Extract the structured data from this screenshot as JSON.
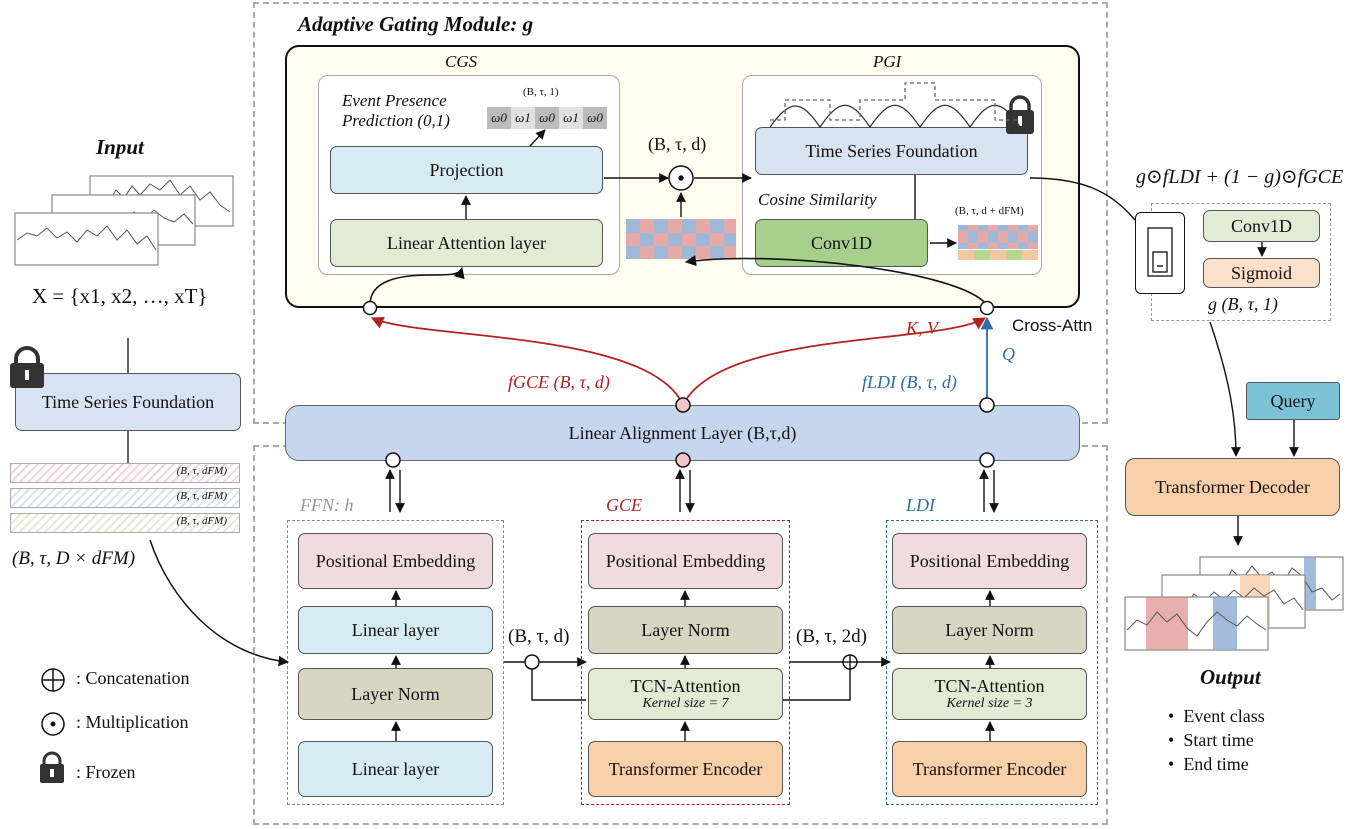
{
  "title_gating": "Adaptive Gating Module: g",
  "cgs": {
    "title": "CGS",
    "event_presence": "Event Presence Prediction (0,1)",
    "shape_label": "(B, τ, 1)",
    "weights": [
      "ω0",
      "ω1",
      "ω0",
      "ω1",
      "ω0"
    ],
    "projection": "Projection",
    "linear_attention": "Linear Attention layer"
  },
  "pgi": {
    "title": "PGI",
    "tsf": "Time Series Foundation",
    "cosine": "Cosine Similarity",
    "conv1d": "Conv1D",
    "shape_label": "(B, τ, d + dFM)"
  },
  "mult_shape": "(B, τ, d)",
  "input": {
    "title": "Input",
    "formula": "X = {x1, x2, …, xT}",
    "tsf": "Time Series Foundation",
    "stack_labels": [
      "(B, τ, dFM)",
      "(B, τ, dFM)",
      "(B, τ, dFM)"
    ],
    "shape": "(B, τ, D × dFM)"
  },
  "legend": {
    "concat": ": Concatenation",
    "mult": ": Multiplication",
    "frozen": ": Frozen"
  },
  "alignment": "Linear Alignment Layer (B,τ,d)",
  "f_gce": "fGCE (B, τ, d)",
  "f_ldi": "fLDI (B, τ, d)",
  "kv": "K, V",
  "q": "Q",
  "cross_attn": "Cross-Attn",
  "ffn": {
    "title": "FFN: h",
    "pos": "Positional Embedding",
    "linear1": "Linear layer",
    "norm": "Layer Norm",
    "linear2": "Linear layer"
  },
  "gce": {
    "title": "GCE",
    "pos": "Positional Embedding",
    "norm": "Layer Norm",
    "tcn": "TCN-Attention",
    "kernel": "Kernel size = 7",
    "enc": "Transformer Encoder"
  },
  "ldi": {
    "title": "LDI",
    "pos": "Positional Embedding",
    "norm": "Layer Norm",
    "tcn": "TCN-Attention",
    "kernel": "Kernel size = 3",
    "enc": "Transformer Encoder"
  },
  "shape_bd": "(B, τ, d)",
  "shape_b2d": "(B, τ, 2d)",
  "gate": {
    "formula": "g⊙fLDI + (1 − g)⊙fGCE",
    "conv1d": "Conv1D",
    "sigmoid": "Sigmoid",
    "g_shape": "g (B, τ, 1)"
  },
  "query": "Query",
  "decoder": "Transformer Decoder",
  "output": {
    "title": "Output",
    "items": [
      "Event class",
      "Start time",
      "End time"
    ]
  },
  "colors": {
    "red": "#b22222",
    "blue": "#2f6ea5",
    "pink_circle": "#f2c6cb"
  }
}
